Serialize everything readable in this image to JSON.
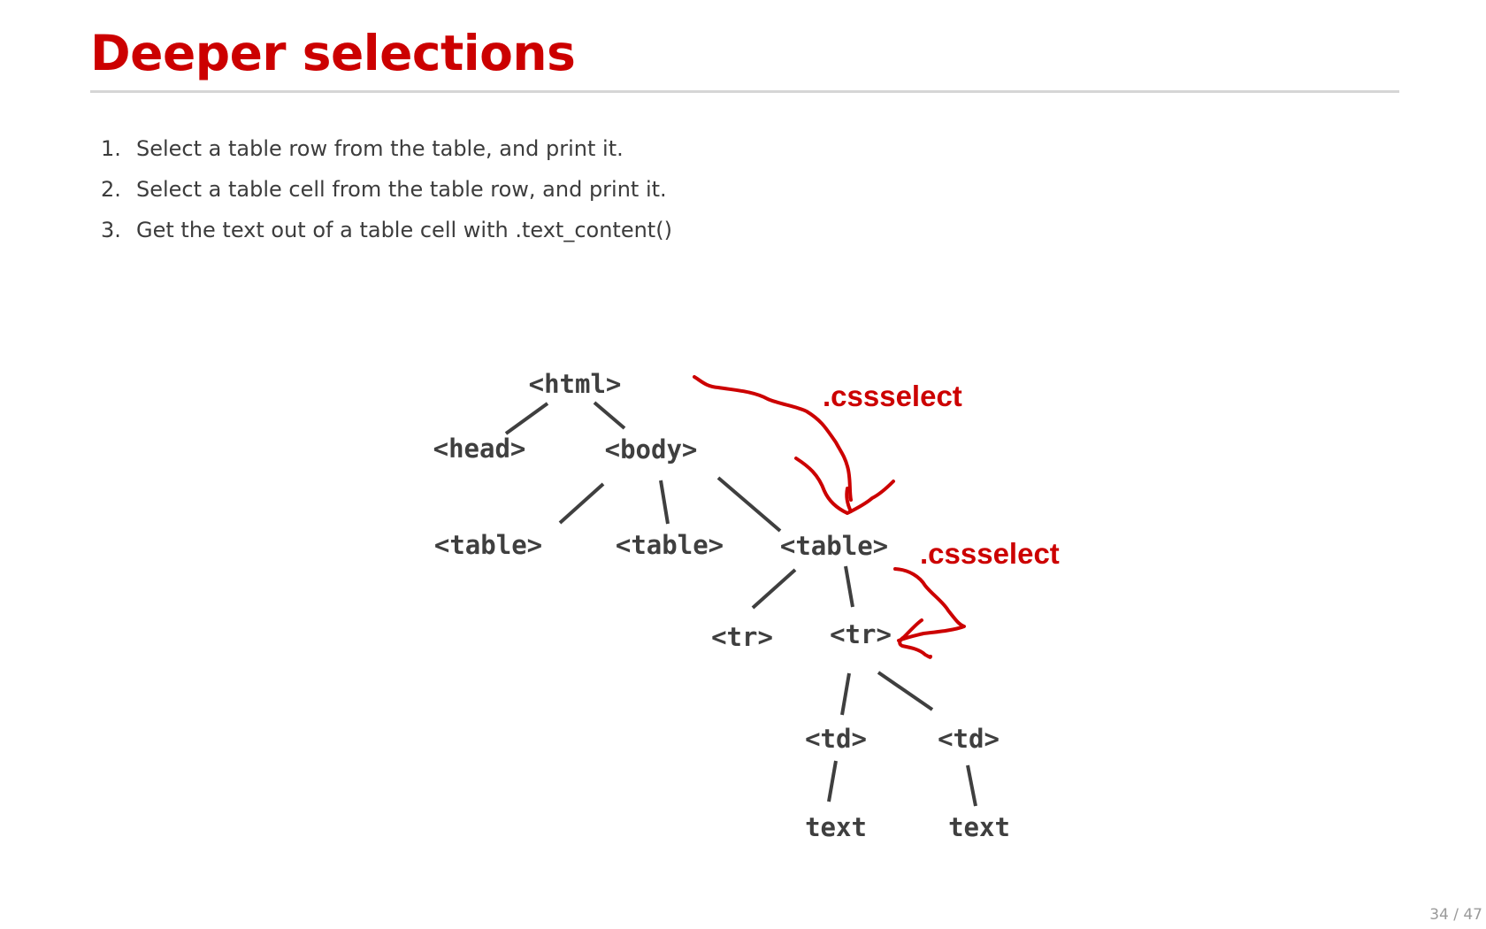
{
  "slide": {
    "title": "Deeper selections",
    "steps": [
      {
        "number": "1.",
        "text": "Select a table row from the table, and print it."
      },
      {
        "number": "2.",
        "text": "Select a table cell from the table row, and print it."
      },
      {
        "number": "3.",
        "text": "Get the text out of a table cell with .text_content()"
      }
    ],
    "page_counter": "34 / 47"
  },
  "diagram": {
    "nodes": {
      "html": "<html>",
      "head": "<head>",
      "body": "<body>",
      "table1": "<table>",
      "table2": "<table>",
      "table3": "<table>",
      "tr1": "<tr>",
      "tr2": "<tr>",
      "td1": "<td>",
      "td2": "<td>",
      "text1": "text",
      "text2": "text"
    },
    "annotations": {
      "first": ".cssselect",
      "second": ".cssselect"
    },
    "annotation_color": "#cc0000",
    "node_color": "#3f3f3f"
  }
}
